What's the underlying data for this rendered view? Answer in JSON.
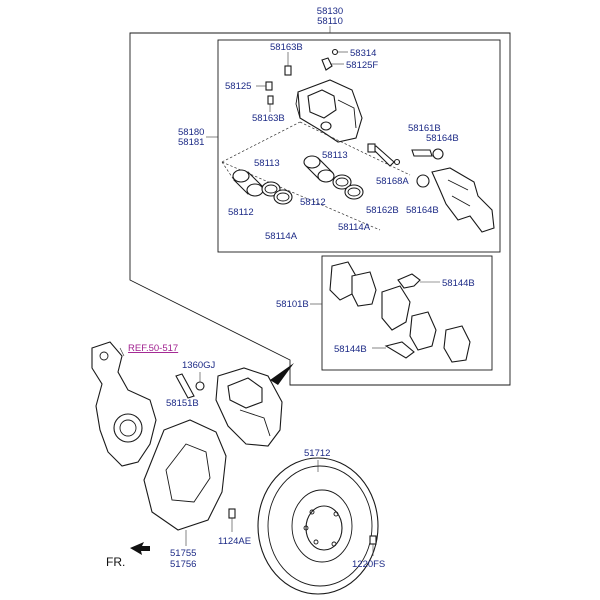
{
  "labels": {
    "top_a": "58130",
    "top_b": "58110",
    "l58163b_top": "58163B",
    "l58314": "58314",
    "l58125f": "58125F",
    "l58125": "58125",
    "l58163b_mid": "58163B",
    "l58180": "58180",
    "l58181": "58181",
    "l58113_a": "58113",
    "l58113_b": "58113",
    "l58112_a": "58112",
    "l58112_b": "58112",
    "l58114a_a": "58114A",
    "l58114a_b": "58114A",
    "l58161b": "58161B",
    "l58164b_top": "58164B",
    "l58168a": "58168A",
    "l58162b": "58162B",
    "l58164b_bot": "58164B",
    "l58101b": "58101B",
    "l58144b_top": "58144B",
    "l58144b_bot": "58144B",
    "ref": "REF.50-517",
    "l1360gj": "1360GJ",
    "l58151b": "58151B",
    "l51712": "51712",
    "l51755": "51755",
    "l51756": "51756",
    "l1124ae": "1124AE",
    "l1220fs": "1220FS",
    "fr": "FR."
  }
}
